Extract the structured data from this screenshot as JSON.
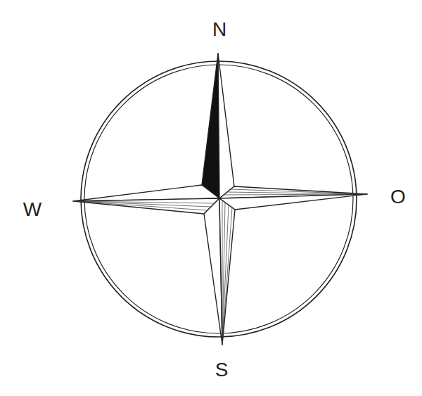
{
  "diagram": {
    "labels": [
      "N",
      "W",
      "O",
      "S"
    ]
  }
}
